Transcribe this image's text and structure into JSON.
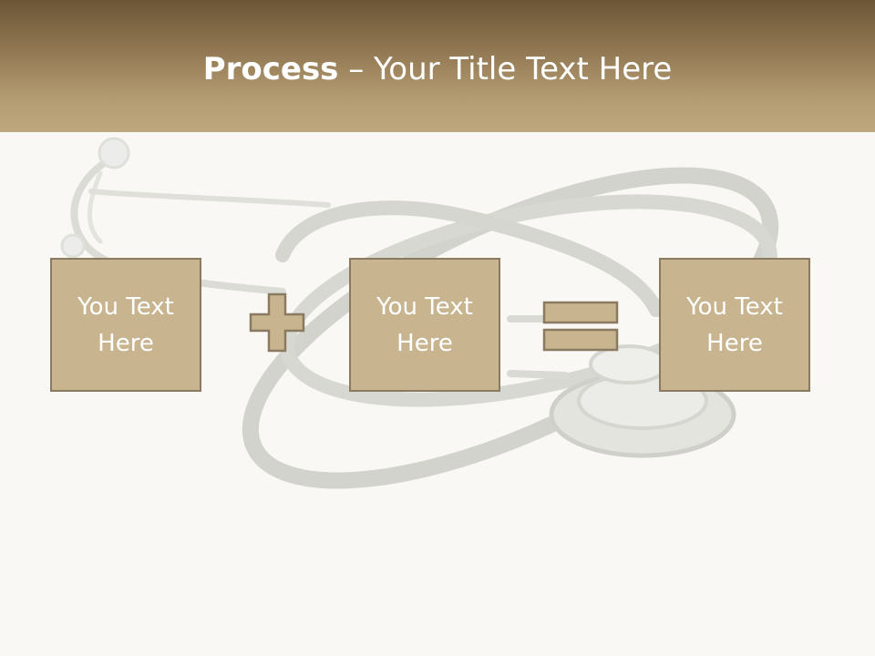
{
  "slide": {
    "title_bold": "Process",
    "title_rest": " – Your Title Text Here"
  },
  "process": {
    "boxes": [
      {
        "text": "You Text Here"
      },
      {
        "text": "You Text Here"
      },
      {
        "text": "You Text Here"
      }
    ],
    "operators": [
      "plus",
      "equals"
    ]
  },
  "colors": {
    "header_dark": "#6b5535",
    "header_light": "#c0a87e",
    "box_fill": "#c8b48e",
    "box_border": "#8a7a62",
    "background": "#f9f8f4"
  }
}
